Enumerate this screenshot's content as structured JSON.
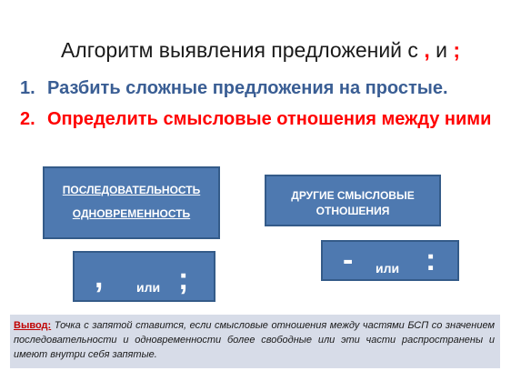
{
  "title": {
    "text": "Алгоритм выявления предложений с",
    "comma": ",",
    "and": "и",
    "semicolon": ";"
  },
  "steps": [
    {
      "num": "1.",
      "text": "Разбить сложные предложения на простые."
    },
    {
      "num": "2.",
      "text": "Определить смысловые отношения между ними"
    }
  ],
  "box_sequence": {
    "line1": "ПОСЛЕДОВАТЕЛЬНОСТЬ",
    "line2": "ОДНОВРЕМЕННОСТЬ"
  },
  "box_other": {
    "line1": "ДРУГИЕ СМЫСЛОВЫЕ",
    "line2": "ОТНОШЕНИЯ"
  },
  "box_comma_semicolon": {
    "left": ",",
    "middle": "или",
    "right": ";"
  },
  "box_dash_colon": {
    "left": "-",
    "middle": "или",
    "right": ":"
  },
  "conclusion": {
    "label": "Вывод:",
    "text": "Точка с запятой ставится, если смысловые отношения между частями БСП со значением последовательности и одновременности более свободные или эти части распространены и имеют внутри себя запятые."
  }
}
